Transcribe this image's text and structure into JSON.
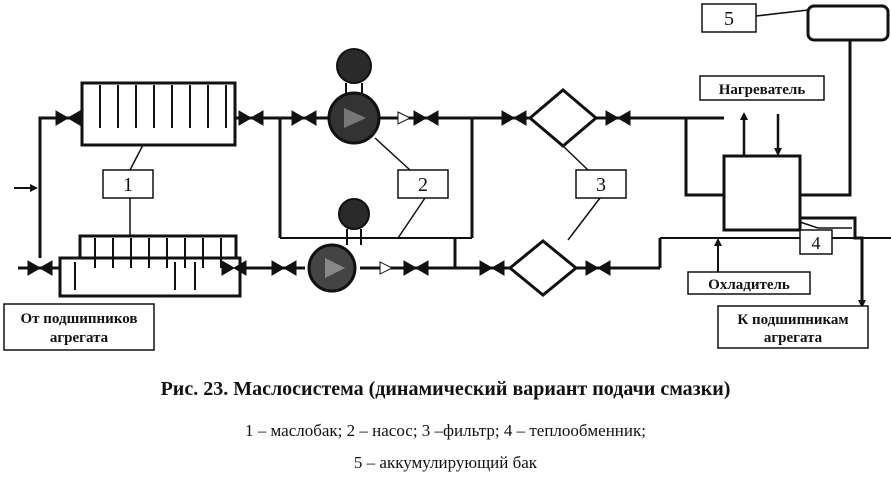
{
  "diagram": {
    "callouts": {
      "tank": "1",
      "pump": "2",
      "filter": "3",
      "exchanger": "4",
      "accumulator": "5"
    },
    "labels": {
      "heater": "Нагреватель",
      "cooler": "Охладитель",
      "from_bearings_1": "От подшипников",
      "from_bearings_2": "агрегата",
      "to_bearings_1": "К подшипникам",
      "to_bearings_2": "агрегата"
    }
  },
  "caption": {
    "title": "Рис. 23. Маслосистема (динамический вариант подачи смазки)",
    "line1": "1 – маслобак; 2 – насос; 3 –фильтр; 4 – теплообменник;",
    "line2": "5 – аккумулирующий бак"
  }
}
